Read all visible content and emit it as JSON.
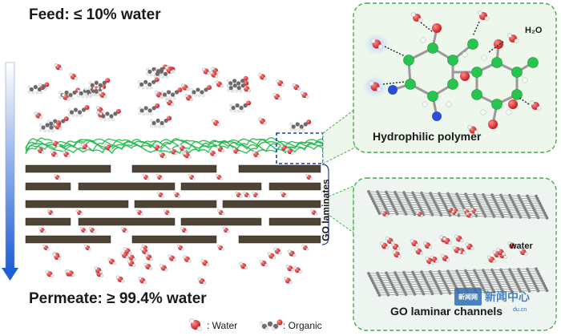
{
  "feed_label": "Feed: ≤ 10% water",
  "permeate_label": "Permeate: ≥ 99.4% water",
  "go_laminates_label": "GO laminates",
  "hydrophilic_polymer_label": "Hydrophilic polymer",
  "h2o_label": "H₂O",
  "water_label": "water",
  "go_channels_label": "GO laminar channels",
  "legend": {
    "water": ": Water",
    "organic": ": Organic"
  },
  "watermark": {
    "logo": "新闻网",
    "text": "新闻中心",
    "url": "du.cn"
  },
  "colors": {
    "polymer_green": "#1fb84b",
    "laminate_fill": "#4d4436",
    "oxygen_red": "#d51f1f",
    "hydrogen_white": "#f2f2f2",
    "carbon_gray": "#7a7a7a",
    "arrow_blue": "#1f5fd6",
    "panel_border": "#3fae49",
    "selection_blue": "#1a3fae"
  }
}
